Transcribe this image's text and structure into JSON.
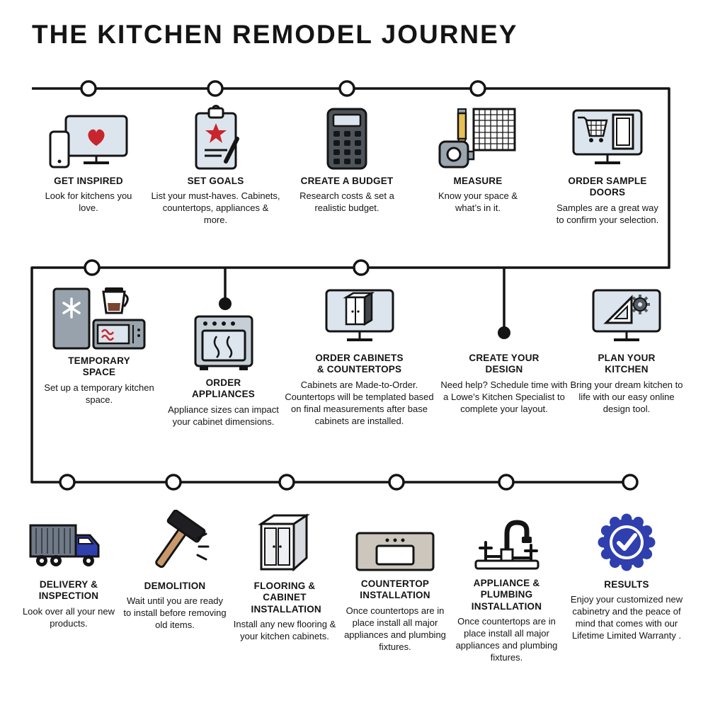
{
  "title": "THE KITCHEN REMODEL JOURNEY",
  "colors": {
    "line": "#141414",
    "panel_blue": "#dce5ed",
    "accent_red": "#c9252d",
    "brand_blue": "#2f3fae",
    "wood_tan": "#c9996b",
    "appliance_gray": "#99a4ad",
    "counter_tan": "#ccc6bd"
  },
  "steps": {
    "get_inspired": {
      "title": "GET INSPIRED",
      "desc": "Look for kitchens you love.",
      "icon": "monitor-heart-icon"
    },
    "set_goals": {
      "title": "SET GOALS",
      "desc": "List your must-haves. Cabinets, countertops, appliances & more.",
      "icon": "clipboard-star-icon"
    },
    "create_budget": {
      "title": "CREATE A BUDGET",
      "desc": "Research costs & set a realistic budget.",
      "icon": "calculator-icon"
    },
    "measure": {
      "title": "MEASURE",
      "desc": "Know your space & what’s in it.",
      "icon": "measuring-tools-icon"
    },
    "order_sample_doors": {
      "title": "ORDER SAMPLE DOORS",
      "desc": "Samples are a great way to confirm your selection.",
      "icon": "monitor-cart-door-icon"
    },
    "temporary_space": {
      "title": "TEMPORARY SPACE",
      "desc": "Set up a temporary kitchen space.",
      "icon": "fridge-coffee-microwave-icon"
    },
    "order_appliances": {
      "title": "ORDER APPLIANCES",
      "desc": "Appliance sizes can impact your cabinet dimensions.",
      "icon": "oven-icon"
    },
    "order_cabinets": {
      "title": "ORDER CABINETS & COUNTERTOPS",
      "desc": "Cabinets are Made-to-Order. Countertops will be templated based on final measurements after base cabinets are installed.",
      "icon": "monitor-cabinet-icon"
    },
    "create_design": {
      "title": "CREATE YOUR DESIGN",
      "desc": "Need help? Schedule time with a Lowe’s Kitchen Specialist to complete your layout."
    },
    "plan_kitchen": {
      "title": "PLAN YOUR KITCHEN",
      "desc": "Bring your dream kitchen to life with our easy online design tool.",
      "icon": "monitor-ruler-gear-icon"
    },
    "delivery": {
      "title": "DELIVERY & INSPECTION",
      "desc": "Look over all your new products.",
      "icon": "delivery-truck-icon"
    },
    "demolition": {
      "title": "DEMOLITION",
      "desc": "Wait until you are ready to install before removing old items.",
      "icon": "sledgehammer-icon"
    },
    "flooring": {
      "title": "FLOORING & CABINET INSTALLATION",
      "desc": "Install any new flooring & your kitchen cabinets.",
      "icon": "cabinet-icon"
    },
    "countertop_install": {
      "title": "COUNTERTOP INSTALLATION",
      "desc": "Once countertops are in place install all major appliances and plumbing fixtures.",
      "icon": "countertop-sink-icon"
    },
    "appliance_install": {
      "title": "APPLIANCE & PLUMBING INSTALLATION",
      "desc": "Once countertops are in place install all major appliances and plumbing fixtures.",
      "icon": "faucet-icon"
    },
    "results": {
      "title": "RESULTS",
      "desc": "Enjoy your customized new cabinetry and the peace of mind that comes with our Lifetime Limited Warranty .",
      "icon": "warranty-badge-icon"
    }
  }
}
